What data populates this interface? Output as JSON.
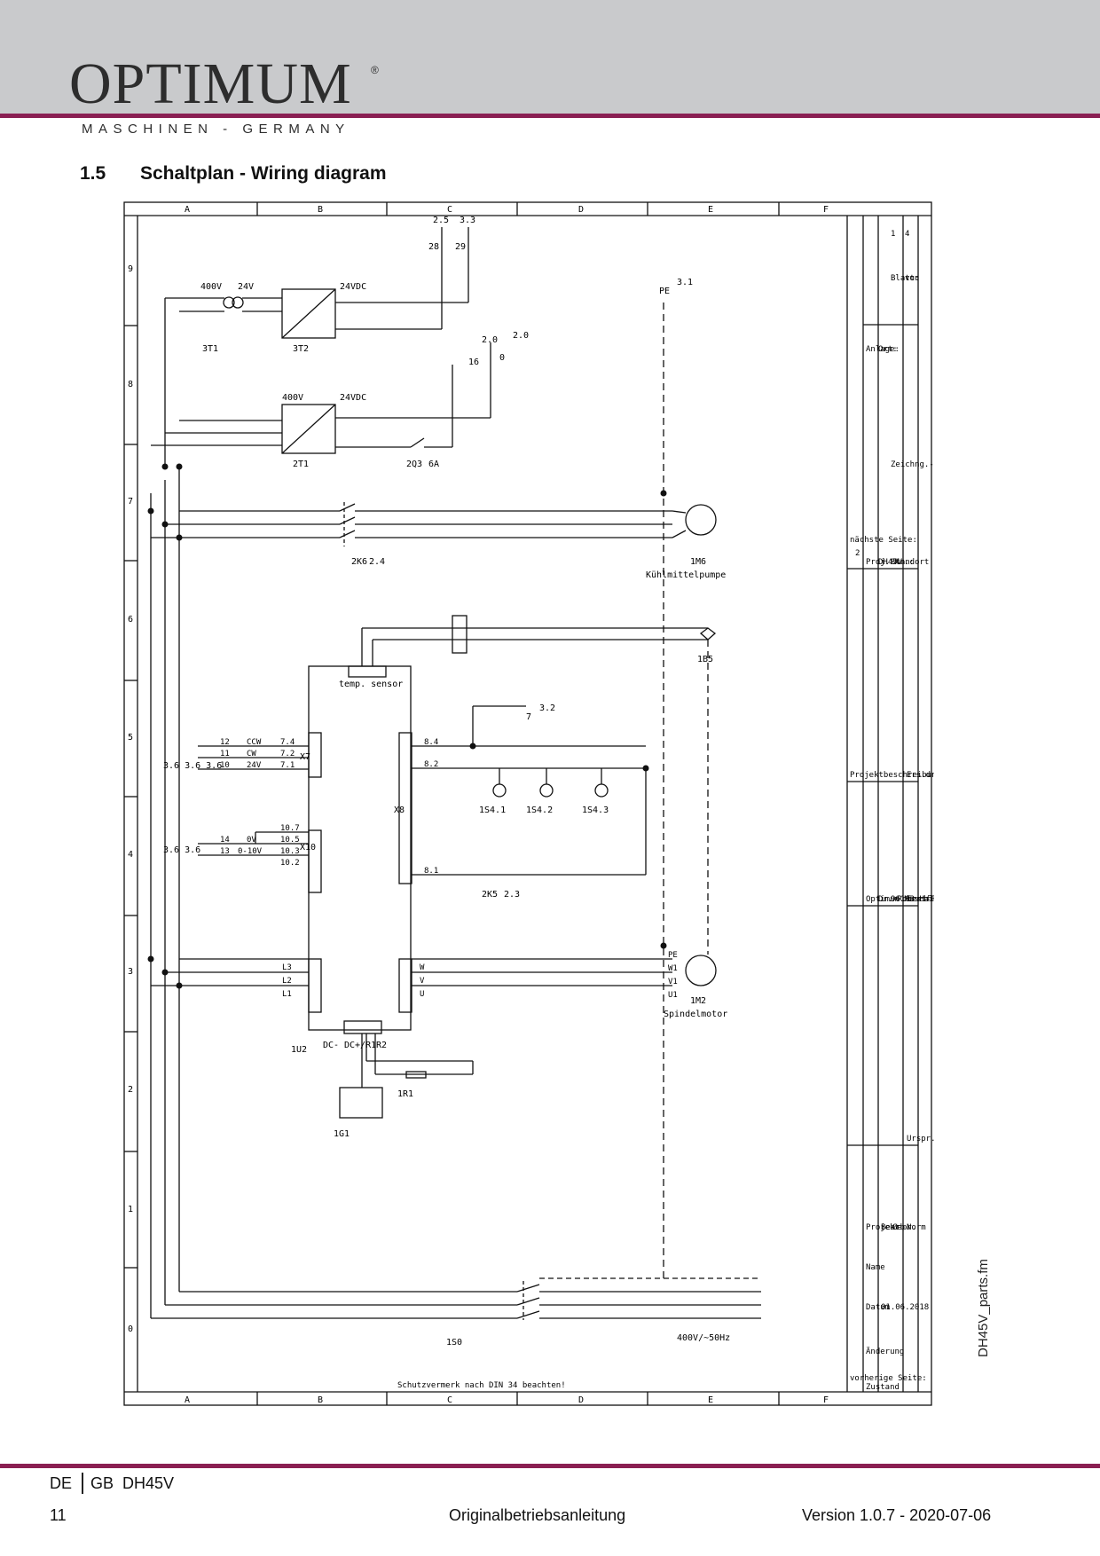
{
  "header": {
    "logo_text": "OPTIMUM",
    "logo_reg": "®",
    "logo_subtitle": "MASCHINEN - GERMANY",
    "section_number": "1.5",
    "section_title": "Schaltplan - Wiring diagram"
  },
  "colors": {
    "brand": "#8a1f52",
    "header_bg": "#c9cacc"
  },
  "diagram": {
    "columns": [
      "A",
      "B",
      "C",
      "D",
      "E",
      "F"
    ],
    "rows": [
      "0",
      "1",
      "2",
      "3",
      "4",
      "5",
      "6",
      "7",
      "8",
      "9"
    ],
    "components": {
      "transformer": "3T1",
      "t_primary": "400V",
      "t_secondary": "24V",
      "psu2": "3T2",
      "psu2_out": "24VDC",
      "psu1": "2T1",
      "psu1_in": "400V",
      "psu1_out": "24VDC",
      "fuse": "2Q3",
      "fuse_rating": "6A",
      "contactor": "2K6",
      "contactor_sub": "2.4",
      "pump": "1M6",
      "pump_label": "Kühlmittelpumpe",
      "motor": "1M2",
      "motor_label": "Spindelmotor",
      "sensor": "1B5",
      "temp_sensor": "temp. sensor",
      "inverter": "1U2",
      "resistor": "1R1",
      "encoder": "1G1",
      "main_switch": "1S0",
      "supply": "400V/~50Hz",
      "k5": "2K5",
      "k5_sub": "2.3",
      "s41": "1S4.1",
      "s42": "1S4.2",
      "s43": "1S4.3",
      "x7": "X7",
      "x8": "X8",
      "x10": "X10",
      "dc_minus": "DC-",
      "dc_plus": "DC+/R1",
      "r2": "R2"
    },
    "refs": {
      "r25": "2.5",
      "r33": "3.3",
      "r20a": "2.0",
      "r20b": "2.0",
      "r31": "3.1",
      "r32": "3.2",
      "w28": "28",
      "w29": "29",
      "w16": "16",
      "w0": "0",
      "w7": "7",
      "pe": "PE",
      "x7_ref": "3.6 3.6 3.6",
      "x10_ref": "3.6 3.6"
    },
    "x7_terms": [
      "7.4",
      "7.2",
      "7.1"
    ],
    "x7_sigs": [
      "CCW",
      "CW",
      "24V"
    ],
    "x7_wires": [
      "12",
      "11",
      "10"
    ],
    "x10_terms": [
      "10.7",
      "10.5",
      "10.3",
      "10.2"
    ],
    "x10_sigs": [
      "0V",
      "0-10V"
    ],
    "x10_wires": [
      "14",
      "13"
    ],
    "x8_terms": [
      "8.4",
      "8.2",
      "8.1"
    ],
    "phases": [
      "L1",
      "L2",
      "L3"
    ],
    "motor_terms": [
      "U",
      "V",
      "W"
    ],
    "motor_pins": [
      "U1",
      "V1",
      "W1",
      "PE"
    ],
    "note": "Schutzvermerk nach DIN 34 beachten!",
    "title_block": {
      "prev_page": "vorherige Seite:",
      "next_page": "nächste Seite:",
      "next_page_no": "2",
      "zustand": "Zustand",
      "aenderung": "Änderung",
      "datum": "Datum",
      "name": "Name",
      "date1": "01.06.2018",
      "projekt": "Projekt",
      "bearb": "Bearb.",
      "gepr": "Gepr.",
      "norm": "Norm",
      "urspr": "Urspr.",
      "ersf": "Ers.f",
      "ersd": "Ers.d",
      "projektbeschreibung": "Projektbeschreibung",
      "company_name": "Optimum Maschinen Germany GmbH",
      "company_street": "Dr.-Robert-Pfleger-Str. 26",
      "company_city": "96103 Hallstadt/Germany",
      "proj_nr": "Proj.-Nr.:",
      "proj_nr_value": "DH45V",
      "standort": "Standort",
      "zeichng": "Zeichng.-Nr.:",
      "anlage": "Anlage:",
      "ort": "Ort:",
      "blatt": "Blatt:",
      "blatt_no": "1",
      "von": "von",
      "von_no": "4"
    }
  },
  "side_note": "DH45V_parts.fm",
  "footer": {
    "lang_de": "DE",
    "lang_gb": "GB",
    "model": "DH45V",
    "page": "11",
    "doc_type": "Originalbetriebsanleitung",
    "version": "Version 1.0.7 - 2020-07-06"
  }
}
